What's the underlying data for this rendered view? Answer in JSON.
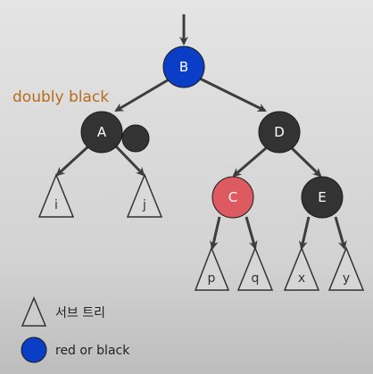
{
  "colors": {
    "black_node": "#333333",
    "red_node": "#dc5a60",
    "blue_node": "#0b3ec7",
    "edge": "#3d3d3d",
    "triangle_stroke": "#333333",
    "note": "#b86a1c"
  },
  "diagram": {
    "note": "doubly black",
    "nodes": {
      "B": {
        "label": "B",
        "color": "blue"
      },
      "A": {
        "label": "A",
        "color": "black"
      },
      "extra_black": {
        "label": "",
        "color": "black"
      },
      "D": {
        "label": "D",
        "color": "black"
      },
      "C": {
        "label": "C",
        "color": "red"
      },
      "E": {
        "label": "E",
        "color": "black"
      }
    },
    "subtrees": {
      "i": "i",
      "j": "j",
      "p": "p",
      "q": "q",
      "x": "x",
      "y": "y"
    },
    "edges": [
      [
        "root-arrow",
        "B"
      ],
      [
        "B",
        "A"
      ],
      [
        "B",
        "D"
      ],
      [
        "A",
        "i"
      ],
      [
        "A",
        "j"
      ],
      [
        "D",
        "C"
      ],
      [
        "D",
        "E"
      ],
      [
        "C",
        "p"
      ],
      [
        "C",
        "q"
      ],
      [
        "E",
        "x"
      ],
      [
        "E",
        "y"
      ]
    ]
  },
  "legend": {
    "subtree_label": "서브 트리",
    "color_label": "red or black"
  }
}
